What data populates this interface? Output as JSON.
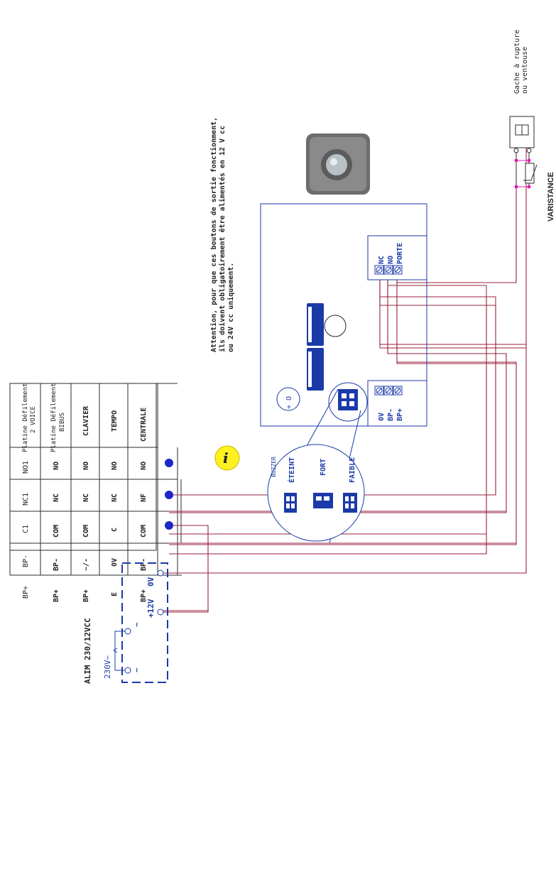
{
  "colors": {
    "wire": "#9a1f3d",
    "bus_blue": "#1a3aa8",
    "dot_blue": "#1c27c4",
    "text_blue": "#1a3aa8",
    "magenta": "#e01fb0",
    "info_yellow": "#fff11f",
    "line": "#2b2b2b"
  },
  "icons": {
    "info": "info-icon",
    "push_button_photo": "exit-push-button-photo",
    "door_lock": "door-lock-icon",
    "varistor": "varistor-icon"
  },
  "table": {
    "row_labels": [
      "Platine Défilement\n2 VOICE",
      "Platine Défilement\nBIBUS",
      "CLAVIER",
      "TEMPO",
      "CENTRALE"
    ],
    "column_headers": [
      "BP+",
      "BP-",
      "C1",
      "NC1",
      "NO1"
    ],
    "rows": [
      [
        "BP+",
        "BP-",
        "COM",
        "NC",
        "NO"
      ],
      [
        "BP+",
        "~/-",
        "COM",
        "NC",
        "NO"
      ],
      [
        "E",
        "0V",
        "C",
        "NC",
        "NO"
      ],
      [
        "BP+",
        "BP-",
        "COM",
        "NF",
        "NO"
      ]
    ]
  },
  "notes": {
    "info_letter": "i",
    "attention_line1": "Attention, pour que ces boutons de sortie  fonctionment,",
    "attention_line2": "ils doivent obligatoirement être alimentés en 12 V cc",
    "attention_line3": "ou 24V cc uniquement."
  },
  "module": {
    "upper_terminals": [
      "NC",
      "NO",
      "PORTE"
    ],
    "lower_terminals": [
      "0V",
      "BP-",
      "BP+"
    ],
    "polarity": "+ O"
  },
  "buzzer": {
    "title": "BUZZER",
    "options": [
      "ÉTEINT",
      "FORT",
      "FAIBLE"
    ]
  },
  "lock": {
    "label_line1": "Gache à rupture",
    "label_line2": "ou ventouse",
    "varistor_label": "VARISTANCE"
  },
  "power": {
    "title": "ALIM 230/12VCC",
    "mains": "230V~",
    "ac_symbol_1": "~",
    "ac_symbol_2": "~",
    "out_plus": "+12V",
    "out_zero": "0V"
  }
}
